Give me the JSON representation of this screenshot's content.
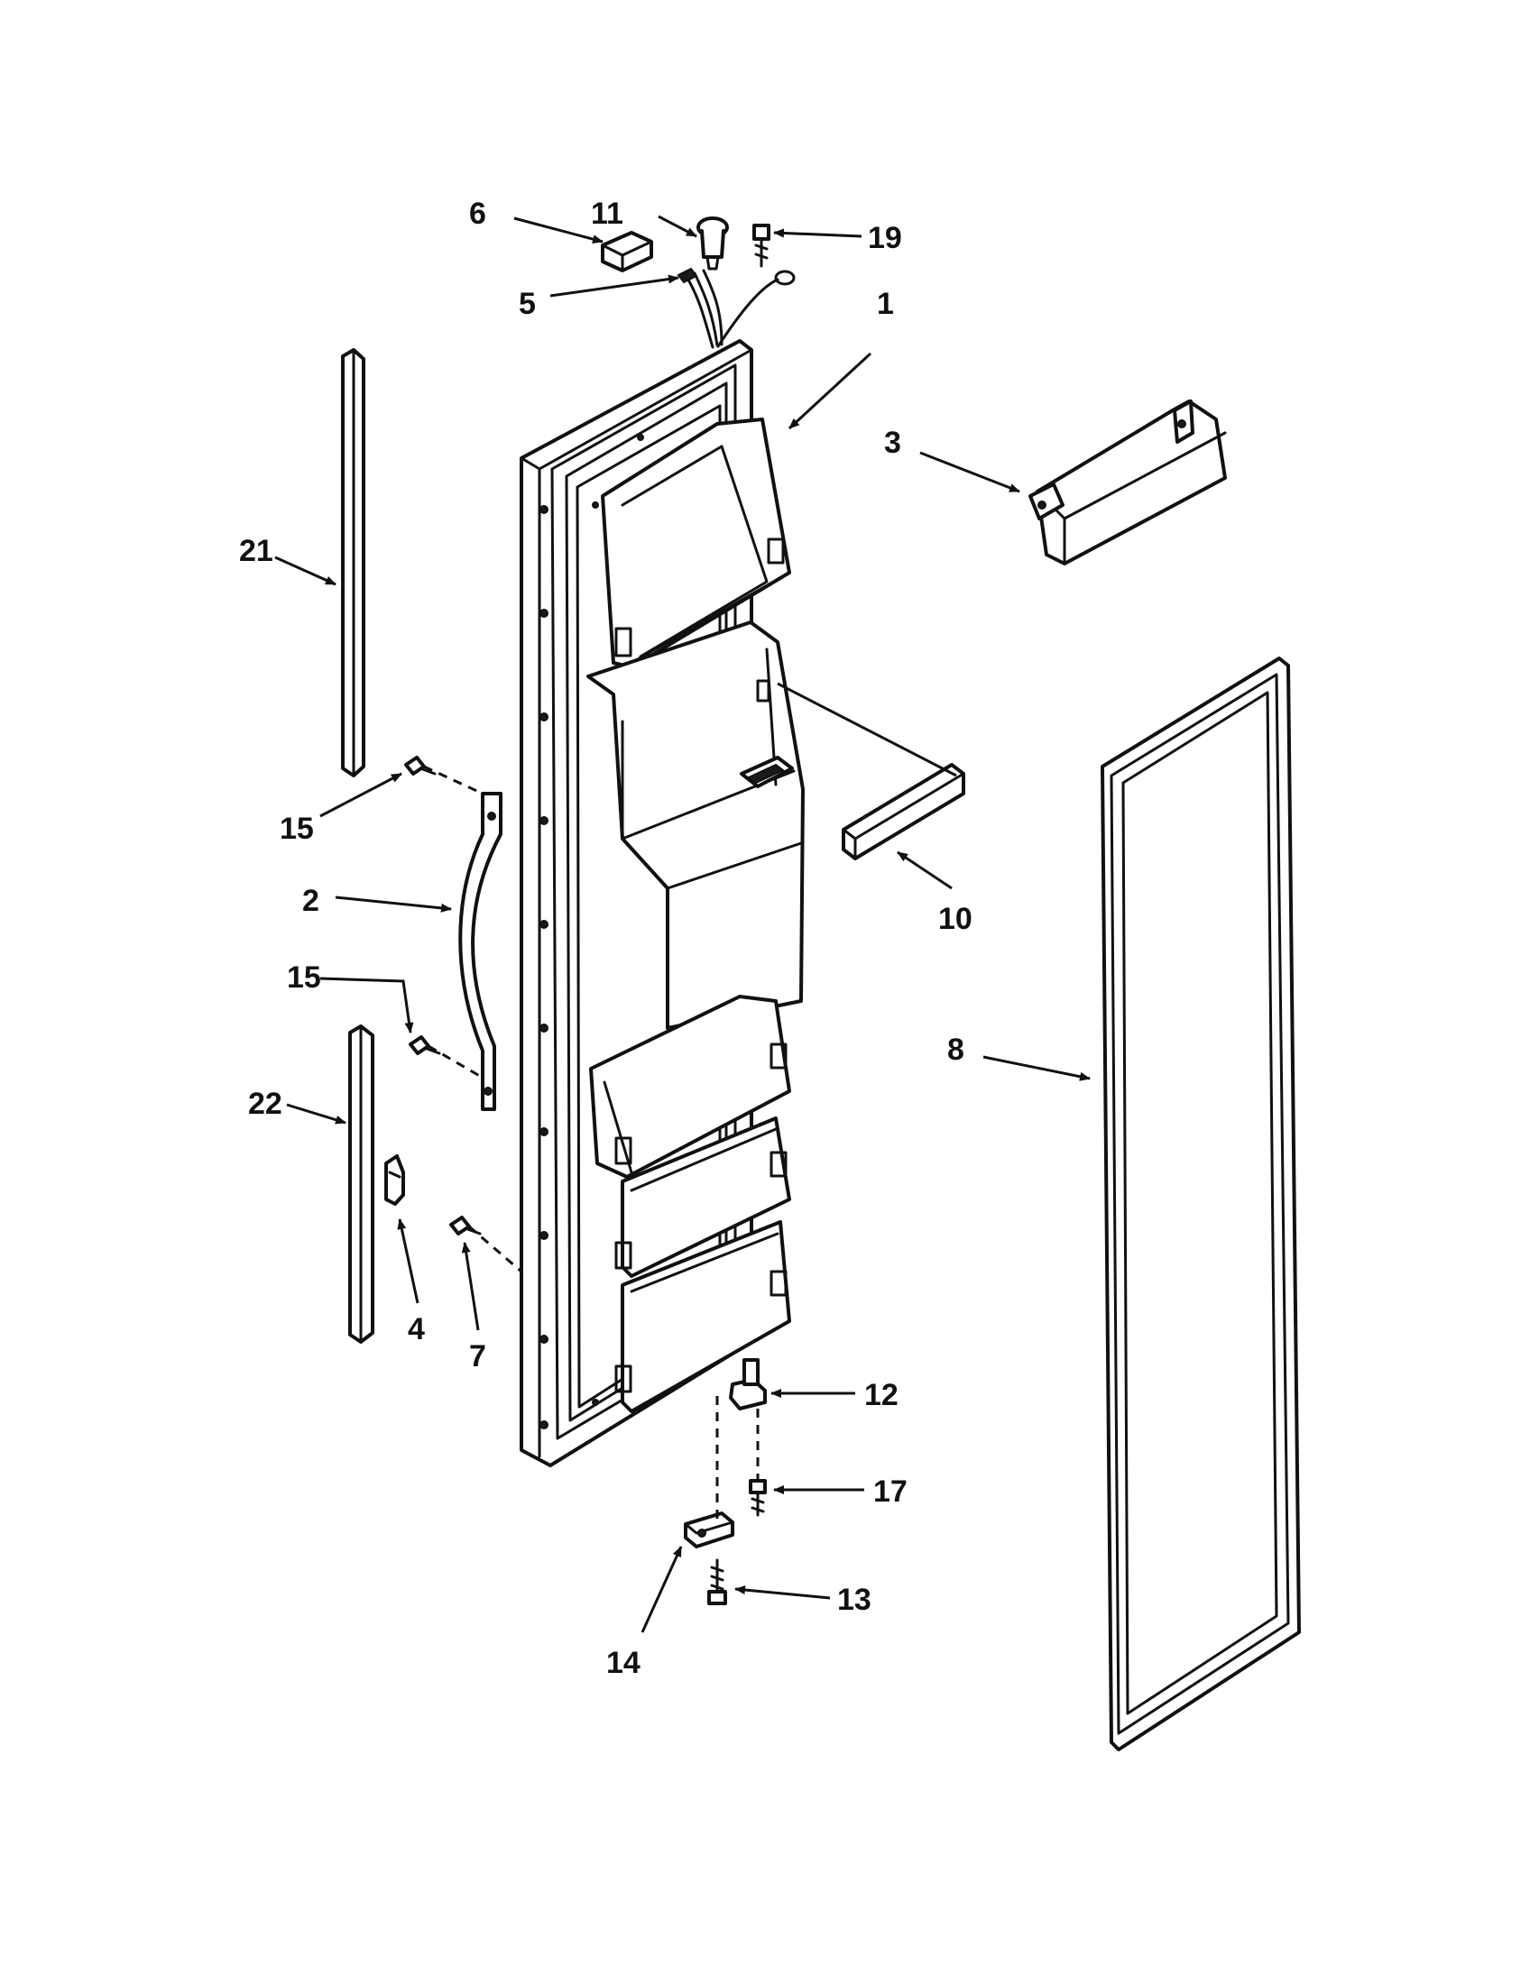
{
  "callouts": {
    "c1": "1",
    "c2": "2",
    "c3": "3",
    "c4": "4",
    "c5": "5",
    "c6": "6",
    "c7": "7",
    "c8": "8",
    "c10": "10",
    "c11": "11",
    "c12": "12",
    "c13": "13",
    "c14": "14",
    "c15a": "15",
    "c15b": "15",
    "c17": "17",
    "c19": "19",
    "c21": "21",
    "c22": "22"
  },
  "colors": {
    "line": "#111111",
    "background": "#ffffff"
  }
}
